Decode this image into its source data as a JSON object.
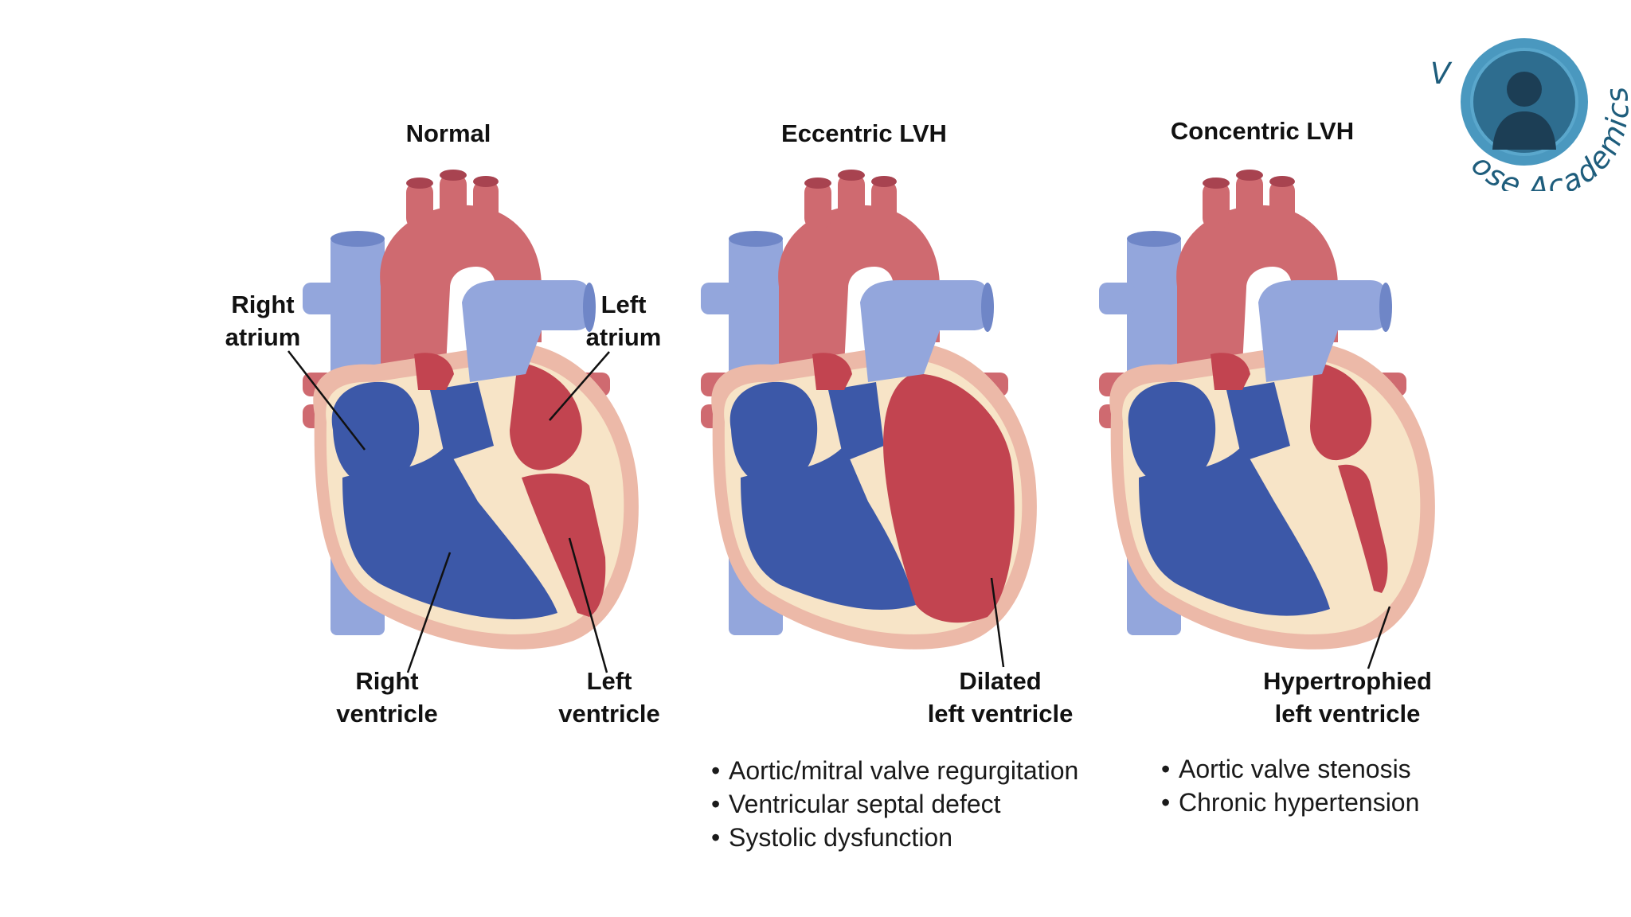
{
  "colors": {
    "deoxygenated": "#3c58a8",
    "oxygenated": "#c24450",
    "aorta": "#cf6a70",
    "aorta_shade": "#a84350",
    "vena_cava": "#93a6dc",
    "vena_cava_shade": "#6f86c7",
    "myocardium": "#f7e4c7",
    "pericardium": "#ecb9a8",
    "leader_line": "#111111",
    "logo_ring": "#4a98bf",
    "logo_text": "#1e5d7c"
  },
  "panels": [
    {
      "title": "Normal",
      "labels": [
        {
          "lines": [
            "Right",
            "atrium"
          ]
        },
        {
          "lines": [
            "Left",
            "atrium"
          ]
        },
        {
          "lines": [
            "Right",
            "ventricle"
          ]
        },
        {
          "lines": [
            "Left",
            "ventricle"
          ]
        }
      ],
      "bullets": []
    },
    {
      "title": "Eccentric LVH",
      "labels": [
        {
          "lines": [
            "Dilated",
            "left ventricle"
          ]
        }
      ],
      "bullets": [
        "Aortic/mitral valve regurgitation",
        "Ventricular septal defect",
        "Systolic dysfunction"
      ]
    },
    {
      "title": "Concentric LVH",
      "labels": [
        {
          "lines": [
            "Hypertrophied",
            "left ventricle"
          ]
        }
      ],
      "bullets": [
        "Aortic valve stenosis",
        "Chronic hypertension"
      ]
    }
  ],
  "logo": {
    "icon": "doctor-avatar-icon",
    "text_left": "V",
    "text_right": "ose Academics"
  }
}
